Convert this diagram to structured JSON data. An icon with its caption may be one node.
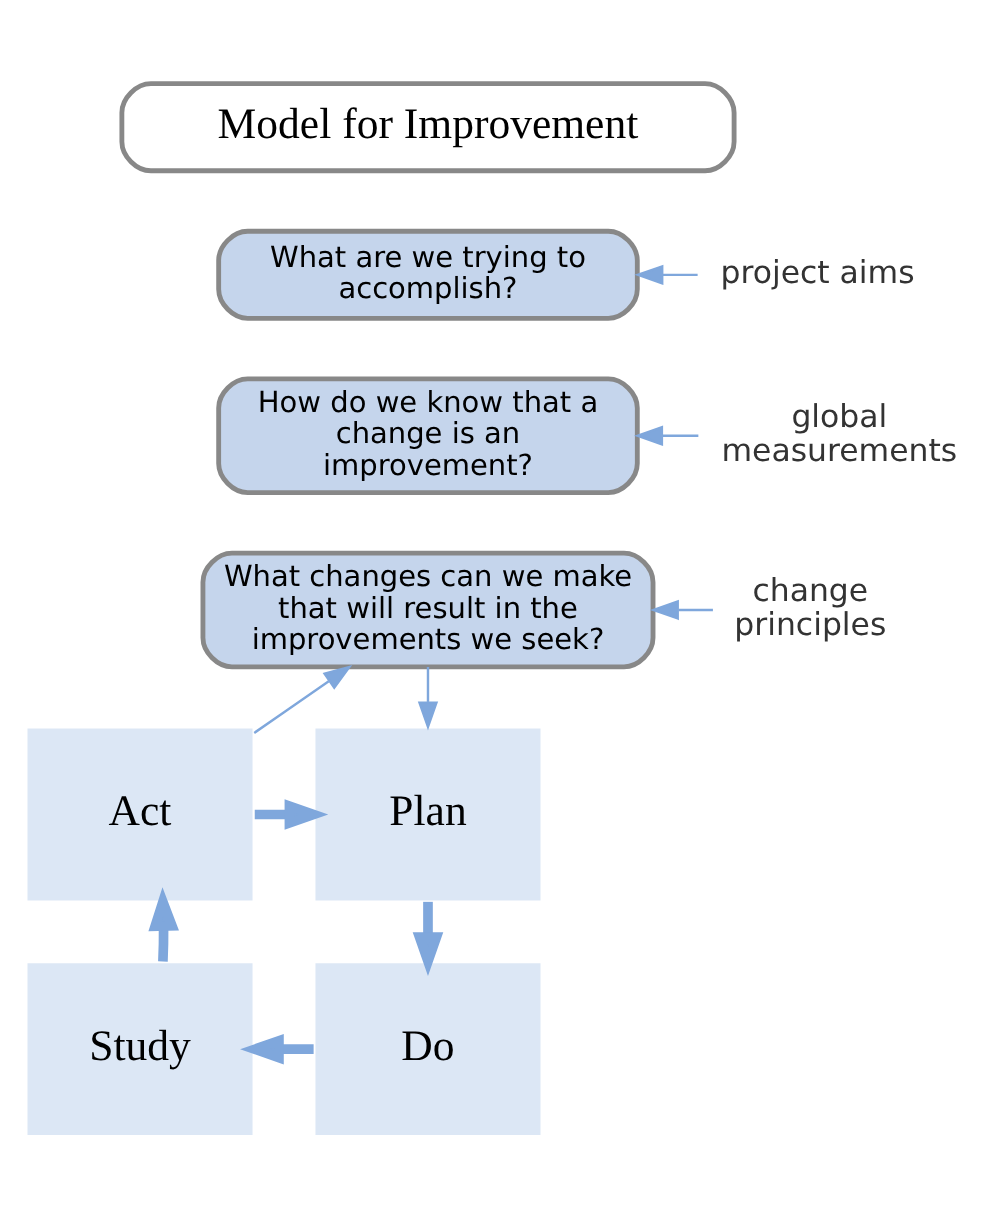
{
  "diagram": {
    "nodes": [
      {
        "text": [
          "Model for Improvement"
        ]
      },
      {
        "text": [
          "What are we trying to accomplish?"
        ]
      },
      {
        "text": [
          "How do we know that a change is an improvement?"
        ]
      },
      {
        "text": [
          "What changes can we make that will result in the improvements we seek?"
        ]
      },
      {
        "text": [
          "project aims"
        ]
      },
      {
        "text": [
          "global measurements"
        ]
      },
      {
        "text": [
          "change principles"
        ]
      },
      {
        "text": [
          "Act"
        ]
      },
      {
        "text": [
          "Plan"
        ]
      },
      {
        "text": [
          "Study"
        ]
      },
      {
        "text": [
          "Do"
        ]
      }
    ],
    "edges": [
      {
        "from": 4,
        "to": 1,
        "arrow": "to"
      },
      {
        "from": 5,
        "to": 2,
        "arrow": "to"
      },
      {
        "from": 6,
        "to": 3,
        "arrow": "to"
      },
      {
        "from": 3,
        "to": 8,
        "arrow": "to"
      },
      {
        "from": 7,
        "to": 3,
        "arrow": "to"
      },
      {
        "from": 7,
        "to": 8,
        "arrow": "to",
        "style": "thick"
      },
      {
        "from": 8,
        "to": 10,
        "arrow": "to",
        "style": "thick"
      },
      {
        "from": 10,
        "to": 9,
        "arrow": "to",
        "style": "thick"
      },
      {
        "from": 9,
        "to": 7,
        "arrow": "to",
        "style": "thick"
      }
    ]
  }
}
